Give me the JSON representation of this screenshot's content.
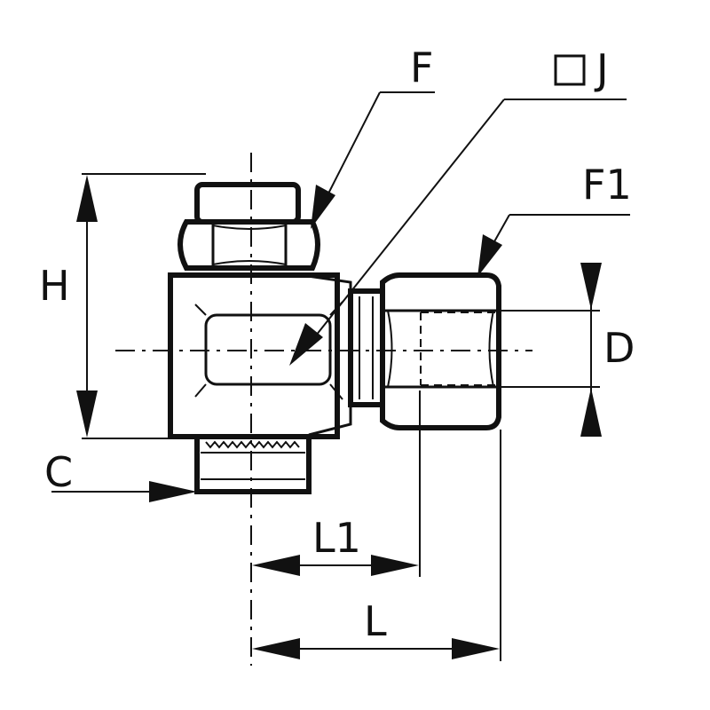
{
  "labels": {
    "F": "F",
    "J": "J",
    "F1": "F1",
    "H": "H",
    "D": "D",
    "C": "C",
    "L1": "L1",
    "L": "L"
  },
  "colors": {
    "ink": "#111111",
    "background": "#ffffff"
  }
}
